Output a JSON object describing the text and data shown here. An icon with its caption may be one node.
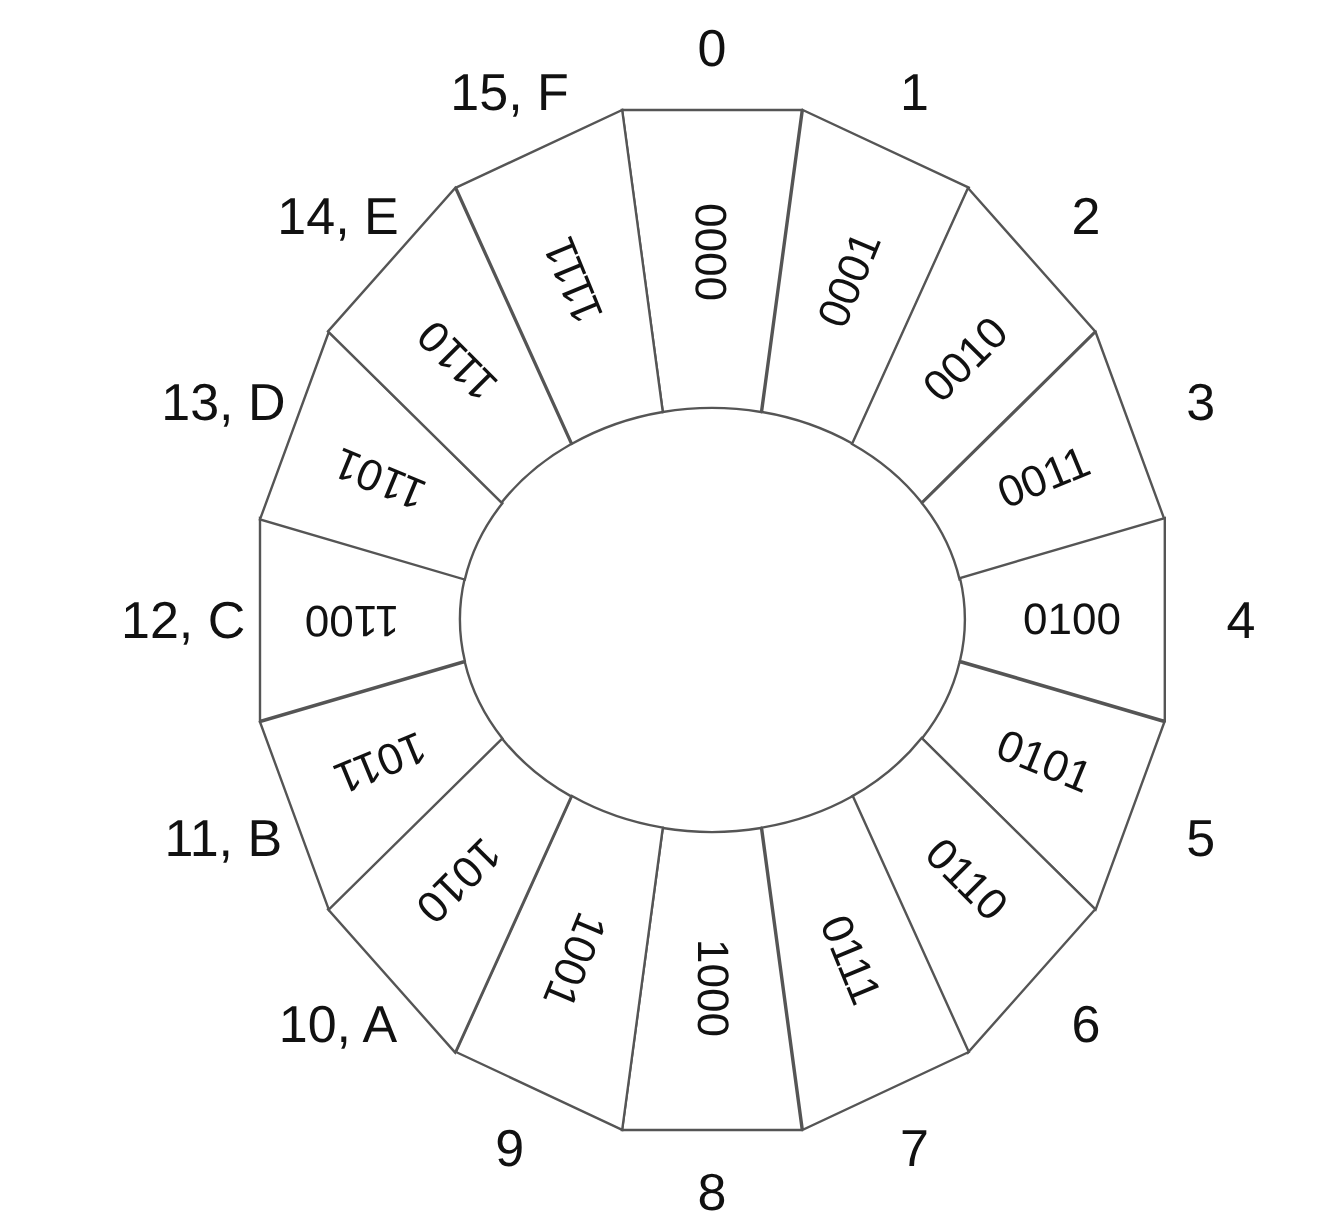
{
  "diagram": {
    "nodes": [
      {
        "text": [
          "0000"
        ],
        "beside": [
          "0"
        ]
      },
      {
        "text": [
          "0001"
        ],
        "beside": [
          "1"
        ]
      },
      {
        "text": [
          "0010"
        ],
        "beside": [
          "2"
        ]
      },
      {
        "text": [
          "0011"
        ],
        "beside": [
          "3"
        ]
      },
      {
        "text": [
          "0100"
        ],
        "beside": [
          "4"
        ]
      },
      {
        "text": [
          "0101"
        ],
        "beside": [
          "5"
        ]
      },
      {
        "text": [
          "0110"
        ],
        "beside": [
          "6"
        ]
      },
      {
        "text": [
          "0111"
        ],
        "beside": [
          "7"
        ]
      },
      {
        "text": [
          "1000"
        ],
        "beside": [
          "8"
        ]
      },
      {
        "text": [
          "1001"
        ],
        "beside": [
          "9"
        ]
      },
      {
        "text": [
          "1010"
        ],
        "beside": [
          "10, A"
        ]
      },
      {
        "text": [
          "1011"
        ],
        "beside": [
          "11, B"
        ]
      },
      {
        "text": [
          "1100"
        ],
        "beside": [
          "12, C"
        ]
      },
      {
        "text": [
          "1101"
        ],
        "beside": [
          "13, D"
        ]
      },
      {
        "text": [
          "1110"
        ],
        "beside": [
          "14, E"
        ]
      },
      {
        "text": [
          "1111"
        ],
        "beside": [
          "15, F"
        ]
      }
    ]
  }
}
